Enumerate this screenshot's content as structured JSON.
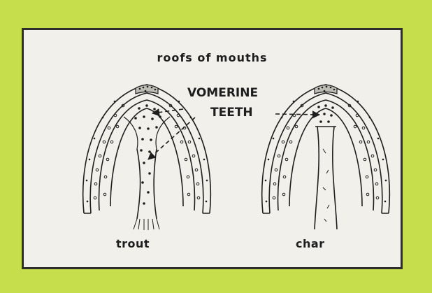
{
  "diagram": {
    "title": "roofs of mouths",
    "callout_line1": "VOMERINE",
    "callout_line2": "TEETH",
    "left_caption": "trout",
    "right_caption": "char"
  },
  "colors": {
    "background": "#c6dd4c",
    "panel": "#f1f0ea",
    "ink": "#1e1e1e"
  }
}
